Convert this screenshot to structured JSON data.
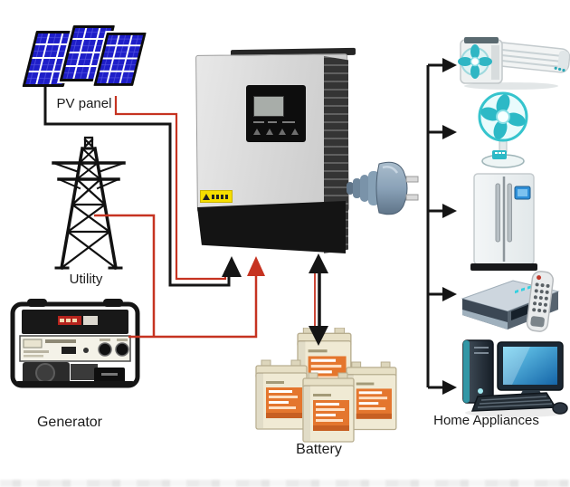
{
  "diagram": {
    "type": "solar-hybrid-inverter-system",
    "labels": {
      "pv_panel": "PV panel",
      "utility": "Utility",
      "generator": "Generator",
      "battery": "Battery",
      "home_appliances": "Home Appliances"
    },
    "nodes": [
      {
        "id": "pv-panel",
        "label": "PV panel",
        "role": "power-source",
        "icon": "solar-panels-icon"
      },
      {
        "id": "utility",
        "label": "Utility",
        "role": "power-source",
        "icon": "transmission-tower-icon"
      },
      {
        "id": "generator",
        "label": "Generator",
        "role": "power-source",
        "icon": "portable-generator-icon"
      },
      {
        "id": "inverter",
        "label": "",
        "role": "hub",
        "icon": "hybrid-inverter-icon"
      },
      {
        "id": "battery",
        "label": "Battery",
        "role": "storage",
        "icon": "battery-bank-icon"
      },
      {
        "id": "home-appliances",
        "label": "Home Appliances",
        "role": "load",
        "icon": "appliances-icons"
      }
    ],
    "appliances": [
      {
        "id": "air-conditioner"
      },
      {
        "id": "electric-fan"
      },
      {
        "id": "refrigerator"
      },
      {
        "id": "media-player-with-remote"
      },
      {
        "id": "desktop-computer"
      }
    ],
    "connections": [
      {
        "from": "pv-panel",
        "to": "inverter",
        "wires": [
          "black",
          "red"
        ],
        "arrow": "into-inverter-bottom"
      },
      {
        "from": "utility",
        "to": "inverter",
        "wires": [
          "red"
        ],
        "arrow": "into-inverter-bottom"
      },
      {
        "from": "generator",
        "to": "inverter",
        "wires": [
          "red"
        ],
        "arrow": "into-inverter-bottom"
      },
      {
        "from": "inverter",
        "to": "battery",
        "wires": [
          "black",
          "red"
        ],
        "arrow": "bidirectional"
      },
      {
        "from": "inverter",
        "to": "home-appliances",
        "via": "ac-plug",
        "wires": [
          "black"
        ],
        "arrow": "branch-to-each-appliance"
      }
    ],
    "colors": {
      "background": "#ffffff",
      "wire_black": "#151515",
      "wire_red": "#c63321",
      "pv_cell_blue": "#1e1ec8",
      "appliance_teal": "#2fb6c4",
      "battery_body": "#f0ead4",
      "battery_label_orange": "#e4762e",
      "inverter_body_gray": "#d6d6d6",
      "inverter_dark": "#141414",
      "warning_yellow": "#f6de00",
      "plug_steel_blue": "#86a0b5"
    }
  }
}
